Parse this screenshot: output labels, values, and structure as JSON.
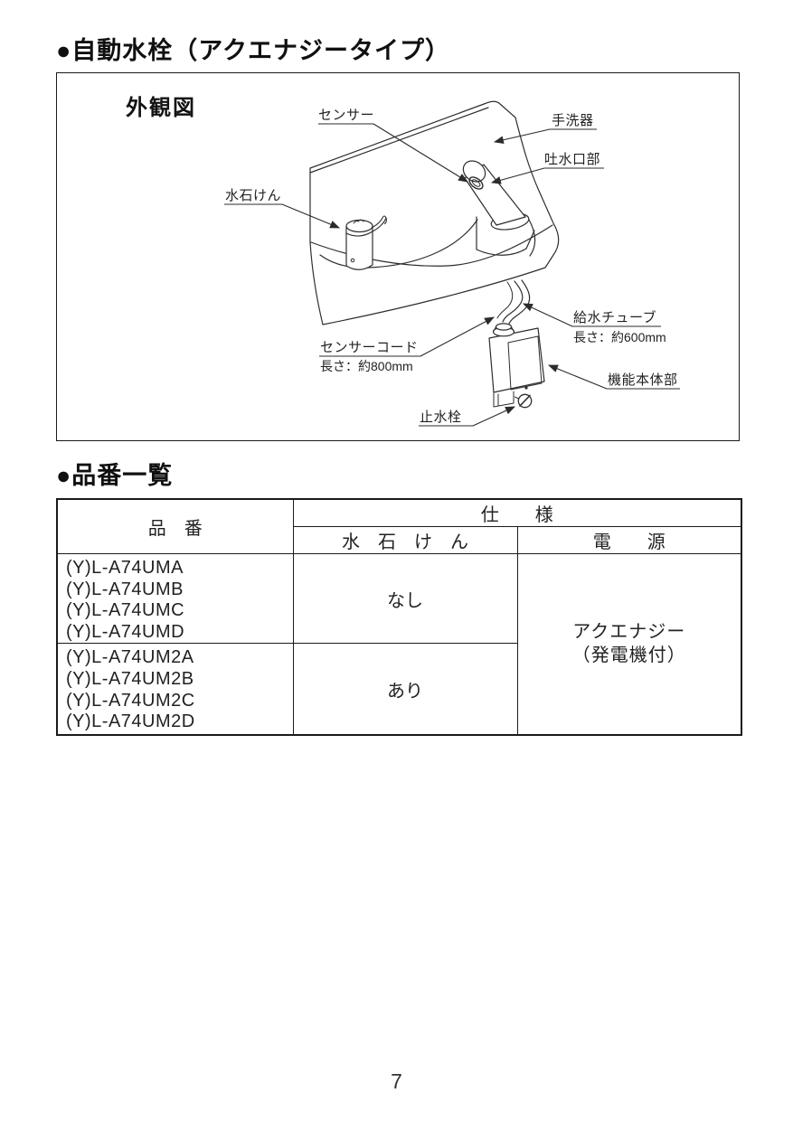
{
  "page": {
    "title_auto_faucet": "●自動水栓（アクエナジータイプ）",
    "title_part_list": "●品番一覧",
    "page_number": "7"
  },
  "diagram": {
    "title": "外観図",
    "labels": {
      "sensor": "センサー",
      "basin": "手洗器",
      "spout": "吐水口部",
      "soap": "水石けん",
      "sensor_cord": "センサーコード",
      "sensor_cord_length": "長さ：約800mm",
      "supply_tube": "給水チューブ",
      "supply_tube_length": "長さ：約600mm",
      "function_unit": "機能本体部",
      "stop_valve": "止水栓"
    }
  },
  "table": {
    "header": {
      "part_no": "品　番",
      "spec": "仕　　様",
      "soap": "水　石　け　ん",
      "power": "電　　源"
    },
    "groups": [
      {
        "part_numbers": [
          "(Y)L-A74UMA",
          "(Y)L-A74UMB",
          "(Y)L-A74UMC",
          "(Y)L-A74UMD"
        ],
        "soap": "なし"
      },
      {
        "part_numbers": [
          "(Y)L-A74UM2A",
          "(Y)L-A74UM2B",
          "(Y)L-A74UM2C",
          "(Y)L-A74UM2D"
        ],
        "soap": "あり"
      }
    ],
    "power": [
      "アクエナジー",
      "（発電機付）"
    ]
  }
}
